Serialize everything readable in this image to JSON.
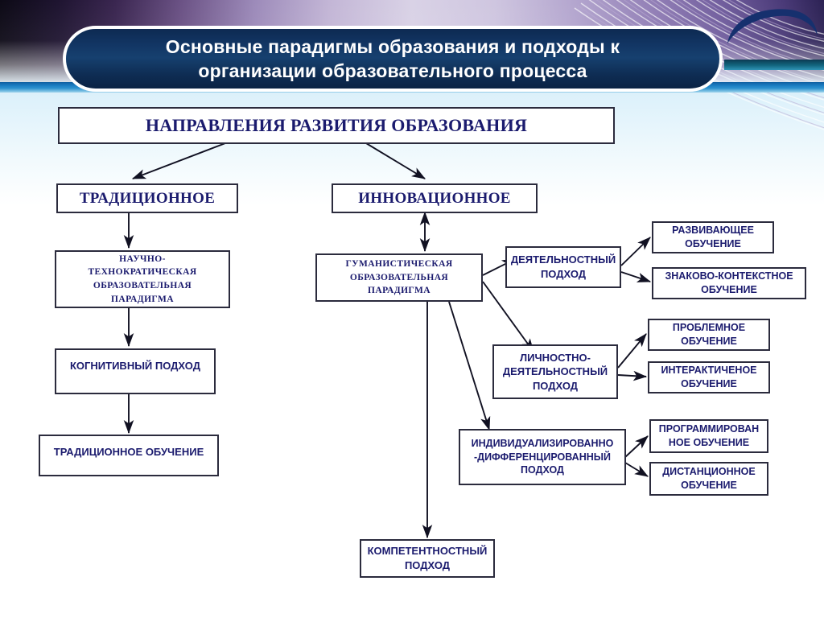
{
  "slide": {
    "title_line1": "Основные парадигмы образования и подходы к",
    "title_line2": "организации образовательного процесса",
    "accent_navy": "#1b1b6e",
    "title_pill_color": "#123563",
    "background_blue": "#bfe4f5",
    "box_border_color": "#2b2b3d"
  },
  "diagram": {
    "type": "hierarchy-flowchart",
    "root": {
      "label": "НАПРАВЛЕНИЯ РАЗВИТИЯ ОБРАЗОВАНИЯ"
    },
    "branches": [
      {
        "id": "traditional",
        "label": "ТРАДИЦИОННОЕ"
      },
      {
        "id": "innovative",
        "label": "ИННОВАЦИОННОЕ"
      }
    ],
    "paradigms": [
      {
        "id": "techno",
        "line1": "НАУЧНО-",
        "line2": "ТЕХНОКРАТИЧЕСКАЯ",
        "line3": "ОБРАЗОВАТЕЛЬНАЯ",
        "line4": "ПАРАДИГМА"
      },
      {
        "id": "humanistic",
        "line1": "ГУМАНИСТИЧЕСКАЯ",
        "line2": "ОБРАЗОВАТЕЛЬНАЯ",
        "line3": "ПАРАДИГМА"
      }
    ],
    "left_chain": [
      {
        "id": "cognitive",
        "label": "КОГНИТИВНЫЙ ПОДХОД"
      },
      {
        "id": "traditional-learning",
        "label": "ТРАДИЦИОННОЕ ОБУЧЕНИЕ"
      }
    ],
    "approaches": [
      {
        "id": "activity",
        "line1": "ДЕЯТЕЛЬНОСТНЫЙ",
        "line2": "ПОДХОД"
      },
      {
        "id": "personal-activity",
        "line1": "ЛИЧНОСТНО-",
        "line2": "ДЕЯТЕЛЬНОСТНЫЙ",
        "line3": "ПОДХОД"
      },
      {
        "id": "individualized",
        "line1": "ИНДИВИДУАЛИЗИРОВАННО",
        "line2": "-ДИФФЕРЕНЦИРОВАННЫЙ",
        "line3": "ПОДХОД"
      },
      {
        "id": "competence",
        "line1": "КОМПЕТЕНТНОСТНЫЙ",
        "line2": "ПОДХОД"
      }
    ],
    "methods": [
      {
        "id": "developmental",
        "line1": "РАЗВИВАЮЩЕЕ",
        "line2": "ОБУЧЕНИЕ"
      },
      {
        "id": "sign-contextual",
        "line1": "ЗНАКОВО-КОНТЕКСТНОЕ",
        "line2": "ОБУЧЕНИЕ"
      },
      {
        "id": "problem-based",
        "line1": "ПРОБЛЕМНОЕ",
        "line2": "ОБУЧЕНИЕ"
      },
      {
        "id": "interactive",
        "line1": "ИНТЕРАКТИЧЕНОЕ",
        "line2": "ОБУЧЕНИЕ"
      },
      {
        "id": "programmed",
        "line1": "ПРОГРАММИРОВАН",
        "line2": "НОЕ ОБУЧЕНИЕ"
      },
      {
        "id": "distance",
        "line1": "ДИСТАНЦИОННОЕ",
        "line2": "ОБУЧЕНИЕ"
      }
    ]
  }
}
